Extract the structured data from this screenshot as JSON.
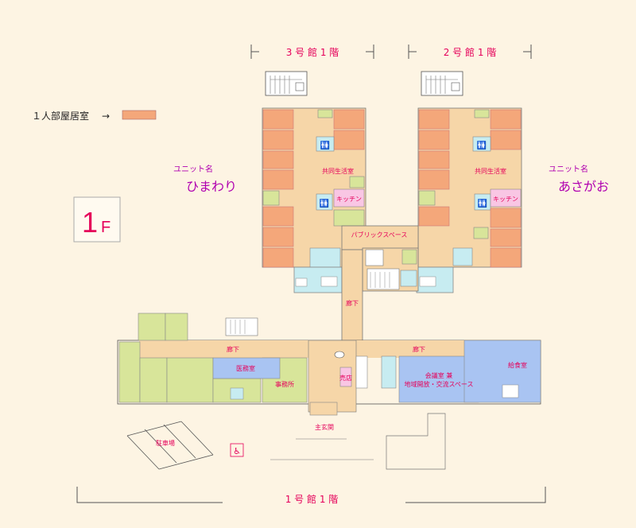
{
  "header": {
    "building3": "3 号 館  1 階",
    "building2": "2 号 館  1 階",
    "building1": "1  号  館    1  階"
  },
  "legend": {
    "text": "１人部屋居室",
    "arrow": "→",
    "swatch_color": "#f4a77a"
  },
  "floor_badge": "1F",
  "units": {
    "left_caption": "ユニット名",
    "left_name": "ひまわり",
    "right_caption": "ユニット名",
    "right_name": "あさがお"
  },
  "rooms": {
    "kyodo_left": "共同生活室",
    "kyodo_right": "共同生活室",
    "kitchen_left": "キッチン",
    "kitchen_right": "キッチン",
    "public_space": "パブリックスペース",
    "roka_vertical": "廊下",
    "roka_left": "廊下",
    "roka_right": "廊下",
    "medical": "医務室",
    "office": "事務所",
    "shop": "売店",
    "meeting_line1": "会議室  兼",
    "meeting_line2": "地域開放・交流スペース",
    "kitchen_main": "給食室",
    "entrance": "主玄関",
    "parking": "駐車場",
    "accessible_icon": "♿"
  },
  "colors": {
    "resident_room": "#f4a77a",
    "corridor": "#f6d6a8",
    "service": "#d8e59a",
    "bath": "#c7ecf1",
    "blue_room": "#a9c4f2",
    "pink": "#f9c6e4",
    "label_red": "#e5005a",
    "unit_purple": "#b000b0"
  }
}
